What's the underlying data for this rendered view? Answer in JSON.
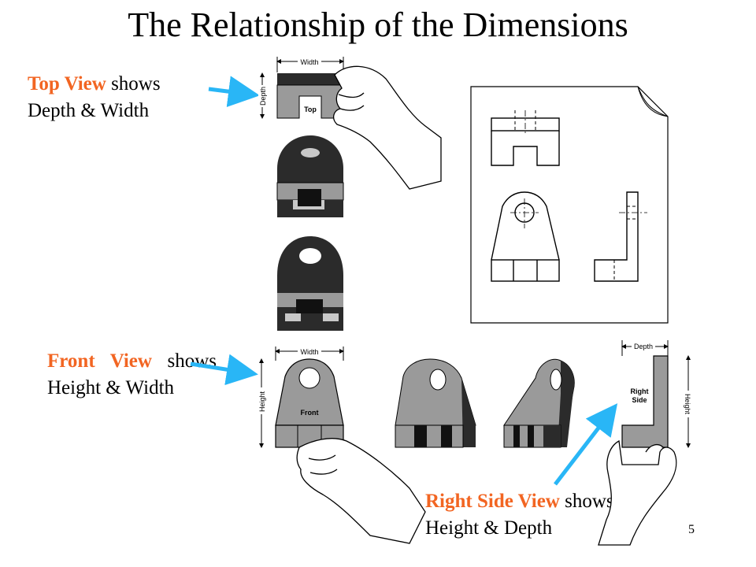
{
  "title": "The Relationship of the Dimensions",
  "captions": {
    "top_view": {
      "highlight": "Top View",
      "rest": " shows Depth & Width"
    },
    "front_view": {
      "highlight": "Front View",
      "rest": " shows Height & Width"
    },
    "right_view": {
      "highlight": "Right Side View",
      "rest": " shows Height & Depth"
    }
  },
  "figure_labels": {
    "width": "Width",
    "depth": "Depth",
    "height": "Height",
    "top": "Top",
    "front": "Front",
    "right_side_line1": "Right",
    "right_side_line2": "Side"
  },
  "slide_number": "5",
  "colors": {
    "highlight": "#f26522",
    "arrow": "#29b6f6",
    "dark_fill": "#2b2b2b",
    "mid_fill": "#9a9a9a",
    "light_fill": "#c8c8c8"
  }
}
